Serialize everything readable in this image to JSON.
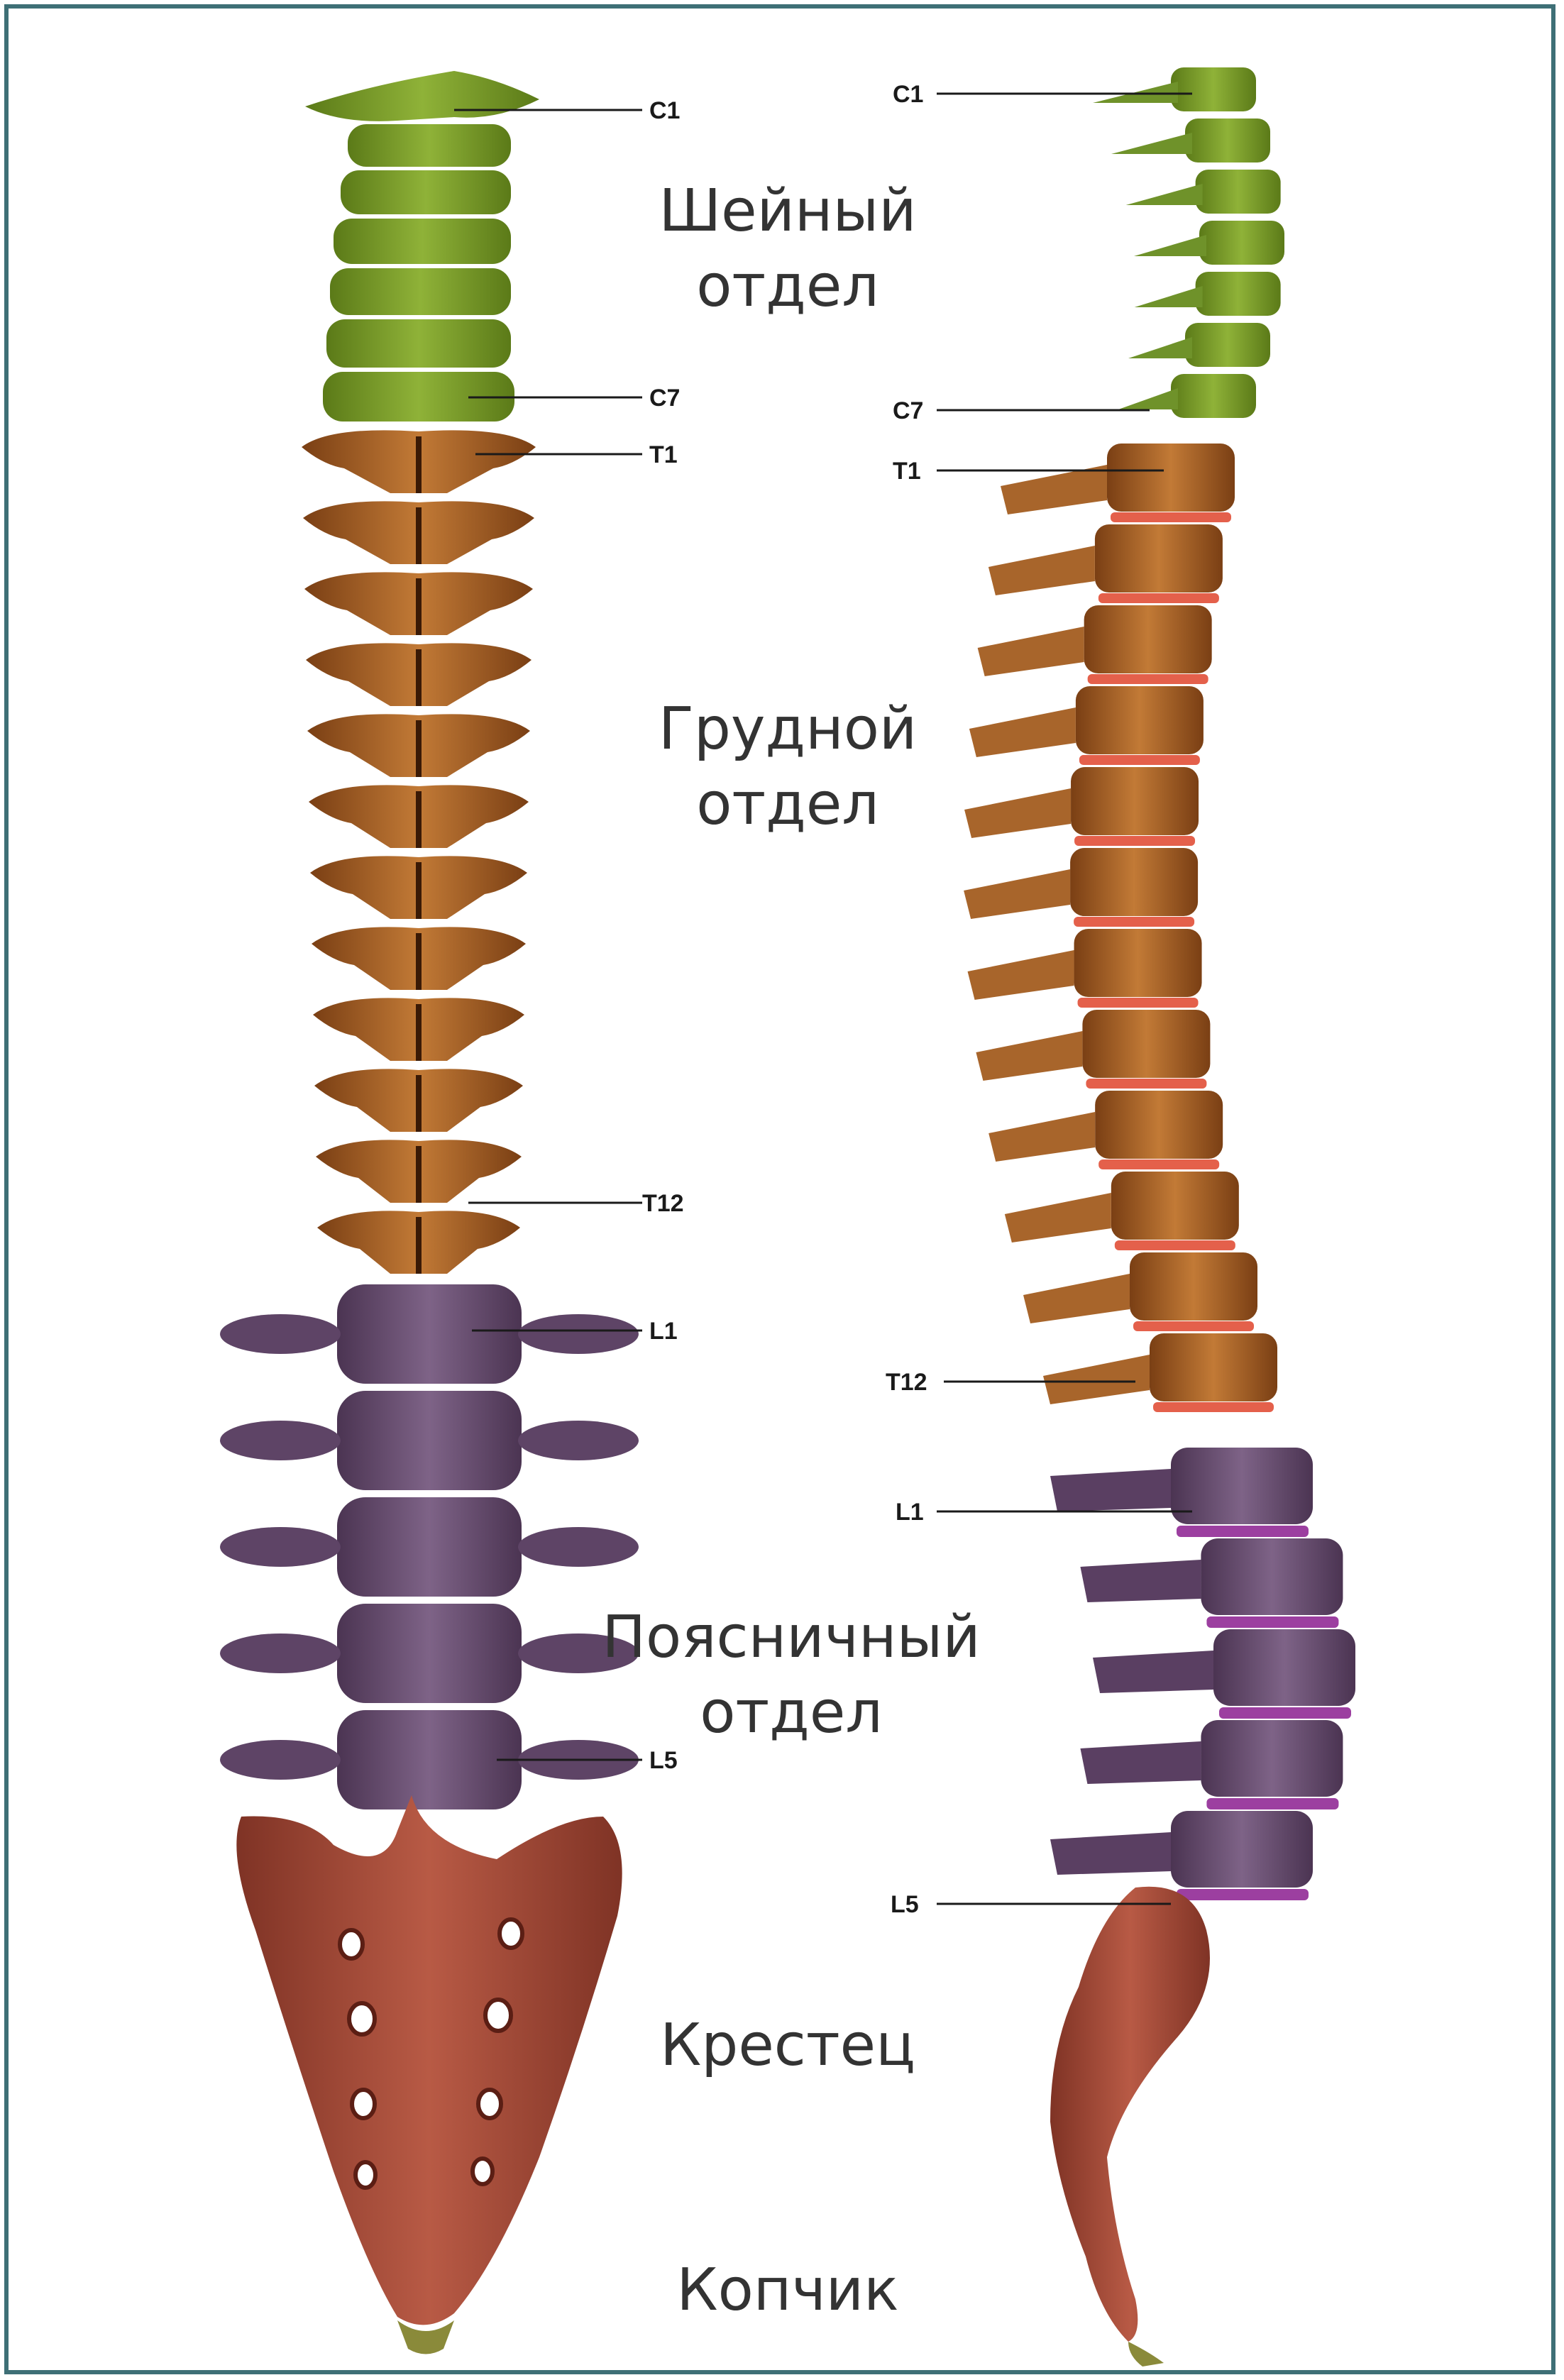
{
  "colors": {
    "border": "#3e6f76",
    "cervical": "#7fa22c",
    "thoracic": "#b06a2a",
    "lumbar": "#6a4f72",
    "sacrum": "#a0493a",
    "disc_thoracic": "#e4604b",
    "disc_lumbar": "#9c3fa0",
    "coccyx": "#8a8a3a"
  },
  "regions": {
    "cervical": "Шейный\nотдел",
    "thoracic": "Грудной\nотдел",
    "lumbar": "Поясничный\nотдел",
    "sacrum": "Крестец",
    "coccyx": "Копчик"
  },
  "front_view": {
    "labels": {
      "c1": "C1",
      "c7": "C7",
      "t1": "T1",
      "t12": "T12",
      "l1": "L1",
      "l5": "L5"
    }
  },
  "side_view": {
    "labels": {
      "c1": "C1",
      "c7": "C7",
      "t1": "T1",
      "t12": "T12",
      "l1": "L1",
      "l5": "L5"
    }
  }
}
